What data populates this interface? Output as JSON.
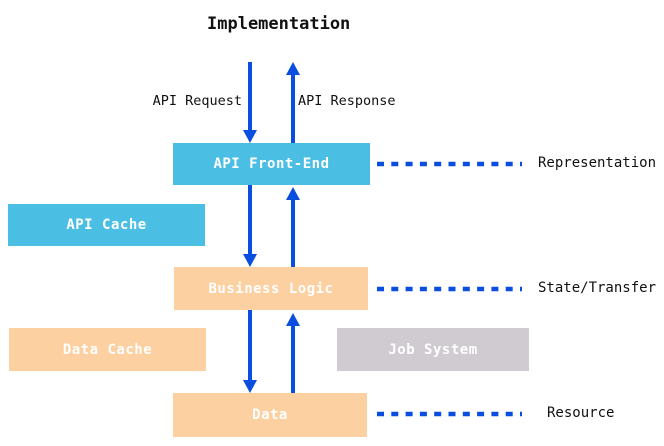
{
  "title": "Implementation",
  "colors": {
    "blue_box": "#4BBEE3",
    "orange_box": "#FCD0A0",
    "gray_box": "#CFCBD1",
    "arrow_blue": "#0A4EE0",
    "box_text": "#FFFFFF",
    "label_text": "#111111",
    "background": "#FFFFFF"
  },
  "flow_labels": {
    "request": "API Request",
    "response": "API Response"
  },
  "boxes": {
    "api_front_end": {
      "label": "API Front-End",
      "color": "#4BBEE3"
    },
    "api_cache": {
      "label": "API Cache",
      "color": "#4BBEE3"
    },
    "business_logic": {
      "label": "Business Logic",
      "color": "#FCD0A0"
    },
    "data_cache": {
      "label": "Data Cache",
      "color": "#FCD0A0"
    },
    "job_system": {
      "label": "Job System",
      "color": "#CFCBD1"
    },
    "data": {
      "label": "Data",
      "color": "#FCD0A0"
    }
  },
  "layer_labels": {
    "representation": "Representation",
    "state_transfer": "State/Transfer",
    "resource": "Resource"
  }
}
